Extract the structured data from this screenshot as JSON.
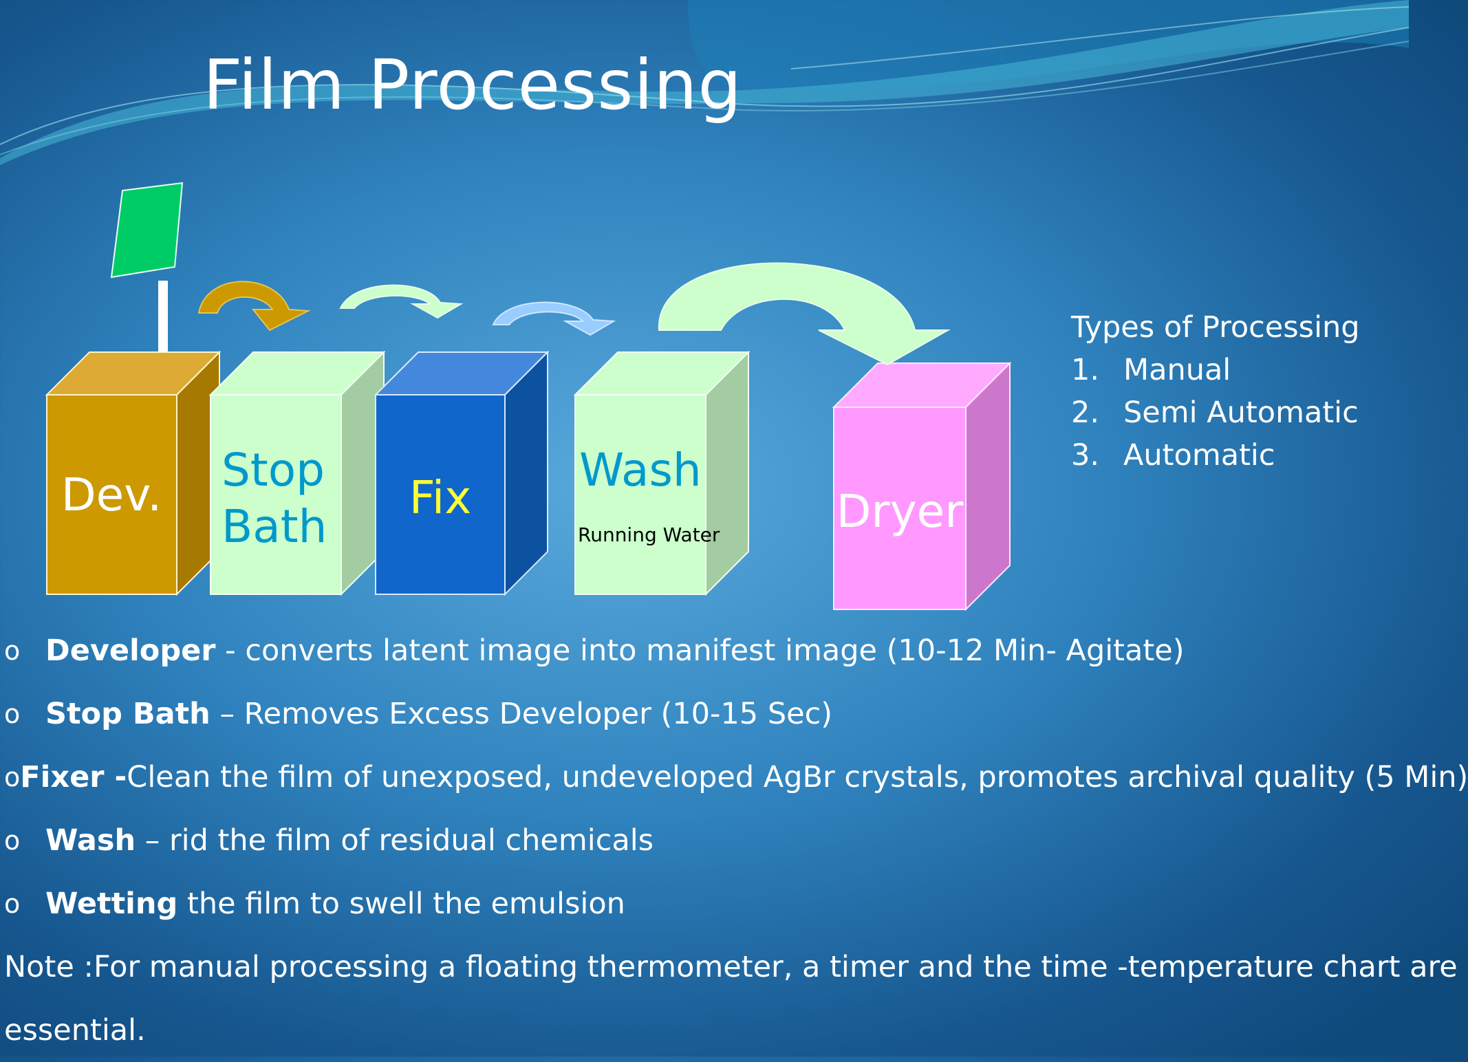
{
  "title": "Film Processing",
  "colors": {
    "developer": "#cc9900",
    "stop_bath": "#ccffcc",
    "fix": "#1166cc",
    "wash": "#ccffcc",
    "dryer": "#ff99ff",
    "film_sheet": "#00cc66",
    "stop_bath_text": "#0099cc",
    "fix_text": "#ffff33"
  },
  "stages": [
    {
      "label": "Dev."
    },
    {
      "label_line1": "Stop",
      "label_line2": "Bath"
    },
    {
      "label": "Fix"
    },
    {
      "label": "Wash",
      "sublabel": "Running Water"
    },
    {
      "label": "Dryer"
    }
  ],
  "types_of_processing": {
    "heading": "Types of Processing",
    "items": [
      {
        "num": "1.",
        "text": "Manual"
      },
      {
        "num": "2.",
        "text": "Semi Automatic"
      },
      {
        "num": "3.",
        "text": "Automatic"
      }
    ]
  },
  "bullets": [
    {
      "marker": "o",
      "term": "Developer",
      "text": " - converts latent image into manifest image (10-12 Min- Agitate)"
    },
    {
      "marker": "o",
      "term": "Stop Bath",
      "text": " – Removes Excess Developer (10-15 Sec)"
    },
    {
      "marker": "o",
      "term": "Fixer -",
      "text": "Clean the film of unexposed, undeveloped AgBr crystals, promotes archival quality (5 Min)"
    },
    {
      "marker": "o",
      "term": "Wash",
      "text": " – rid the film of residual chemicals"
    },
    {
      "marker": "o",
      "term": "Wetting",
      "text": " the film to swell the emulsion"
    }
  ],
  "note": {
    "line1": "Note :For manual processing a floating thermometer, a timer and the time -temperature chart are",
    "line2": "essential."
  }
}
